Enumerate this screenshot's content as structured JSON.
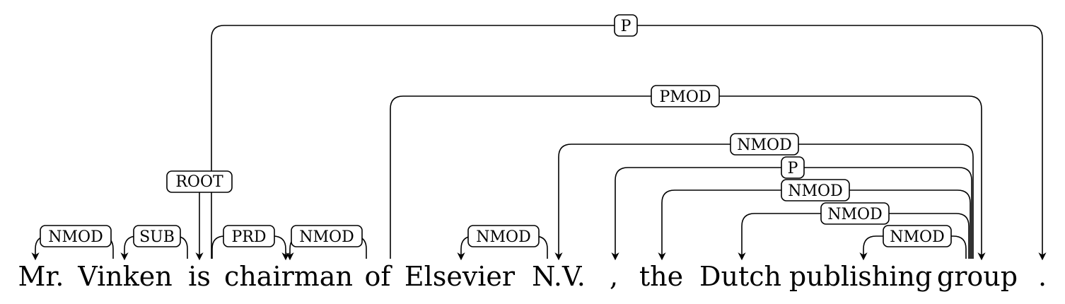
{
  "tokens": [
    "Mr.",
    "Vinken",
    "is",
    "chairman",
    "of",
    "Elsevier",
    "N.V.",
    ",",
    "the",
    "Dutch",
    "publishing",
    "group",
    "."
  ],
  "root_label": "ROOT",
  "dependencies": [
    {
      "label": "NMOD",
      "head": 1,
      "dep": 0
    },
    {
      "label": "SUB",
      "head": 2,
      "dep": 1
    },
    {
      "label": "PRD",
      "head": 2,
      "dep": 3
    },
    {
      "label": "NMOD",
      "head": 4,
      "dep": 3
    },
    {
      "label": "NMOD",
      "head": 6,
      "dep": 5
    },
    {
      "label": "NMOD",
      "head": 11,
      "dep": 10
    },
    {
      "label": "NMOD",
      "head": 11,
      "dep": 9
    },
    {
      "label": "NMOD",
      "head": 11,
      "dep": 8
    },
    {
      "label": "P",
      "head": 11,
      "dep": 7
    },
    {
      "label": "NMOD",
      "head": 11,
      "dep": 6
    },
    {
      "label": "PMOD",
      "head": 4,
      "dep": 11
    },
    {
      "label": "P",
      "head": 2,
      "dep": 12
    }
  ],
  "colors": {
    "ink": "#000000",
    "background": "#ffffff"
  }
}
